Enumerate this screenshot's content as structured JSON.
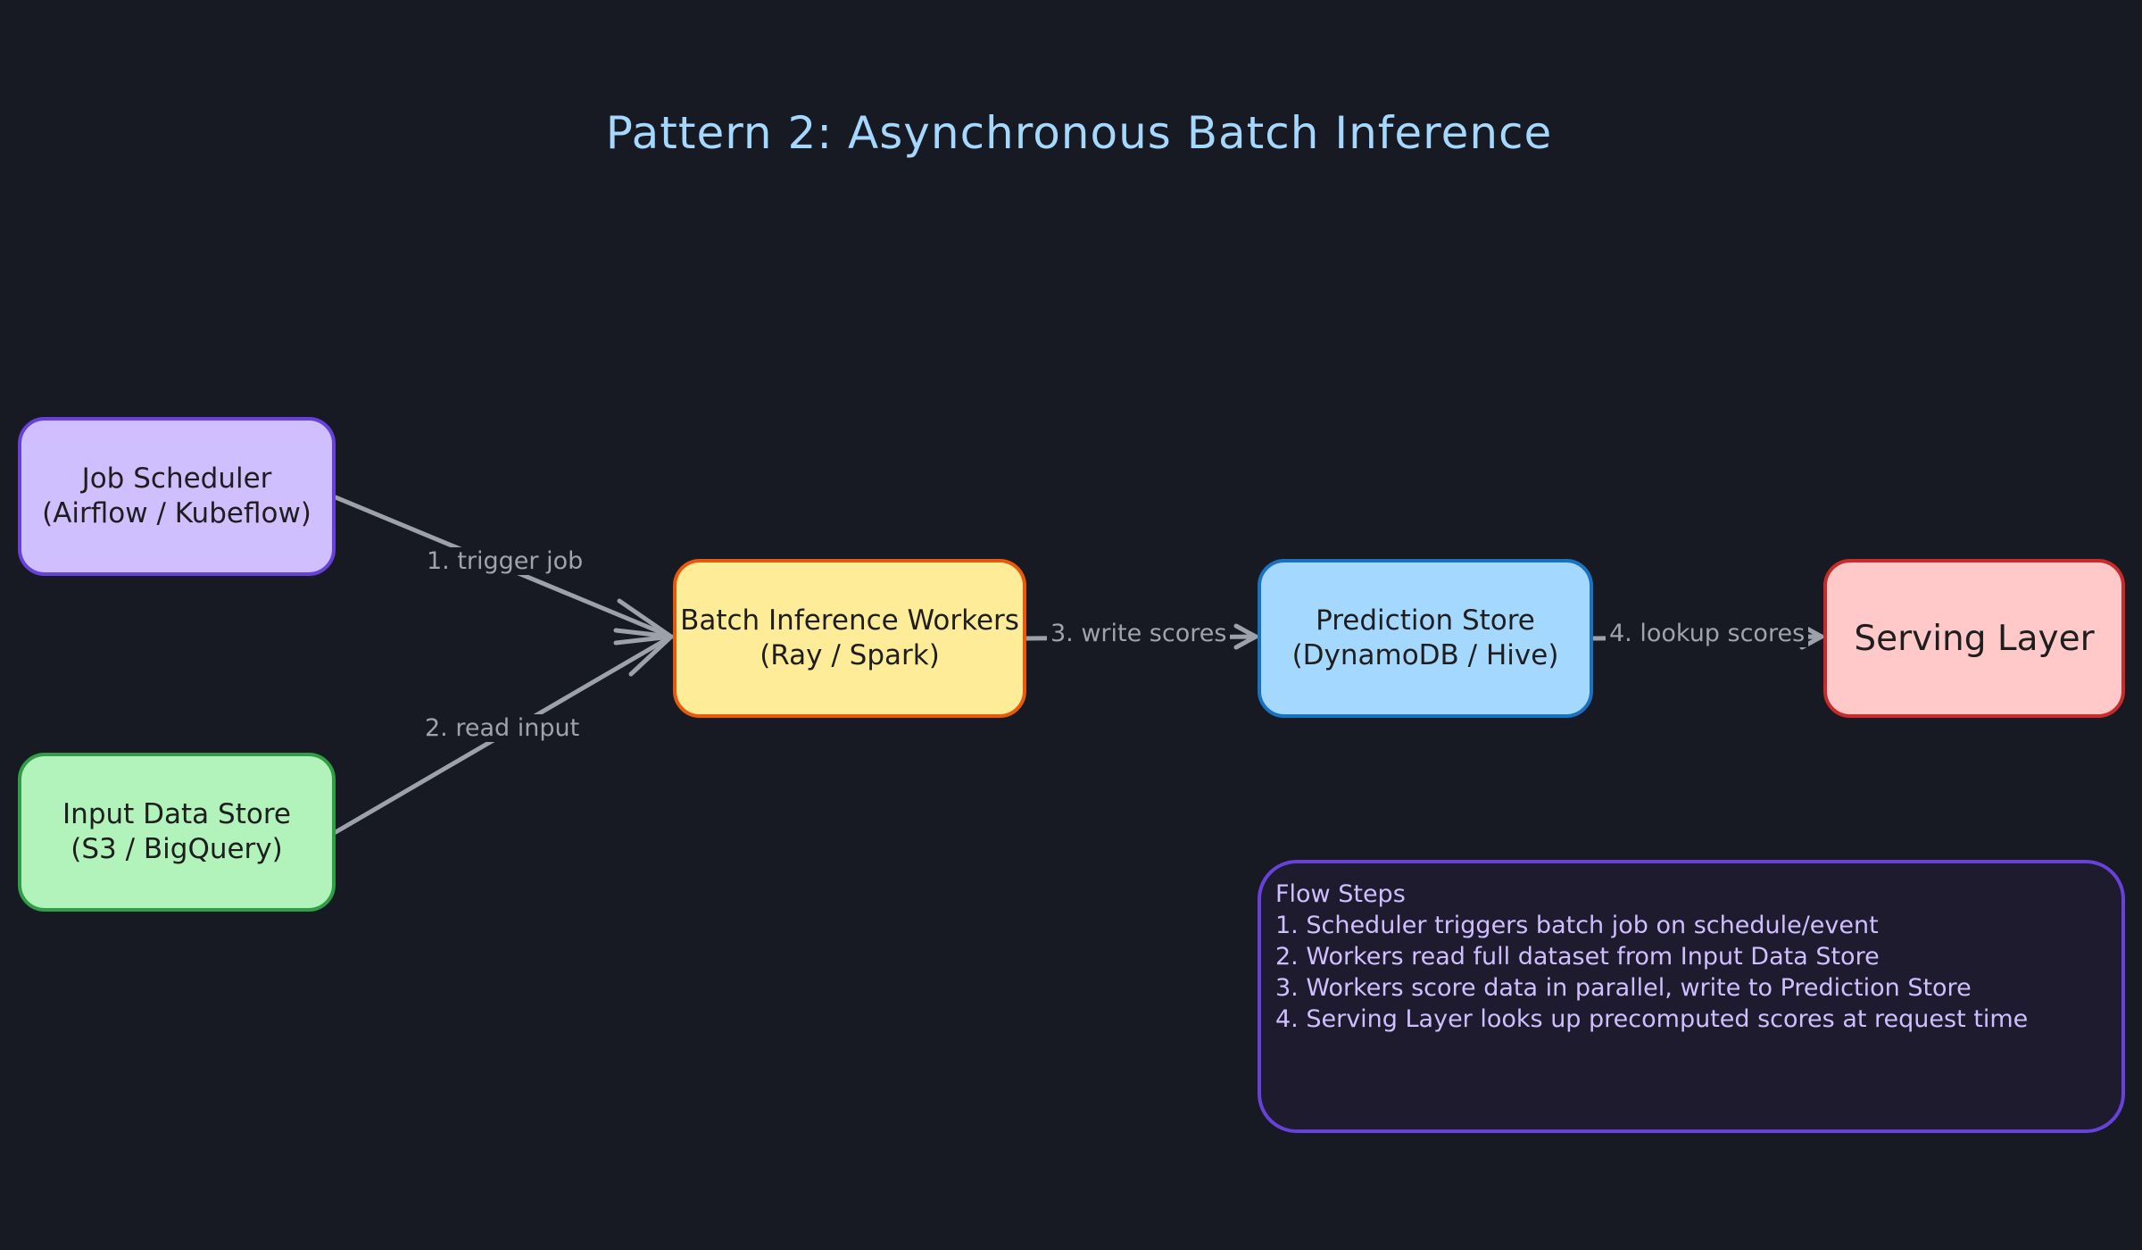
{
  "title": "Pattern 2: Asynchronous Batch Inference",
  "nodes": {
    "scheduler": {
      "line1": "Job Scheduler",
      "line2": "(Airflow / Kubeflow)"
    },
    "input": {
      "line1": "Input Data Store",
      "line2": "(S3 / BigQuery)"
    },
    "workers": {
      "line1": "Batch Inference Workers",
      "line2": "(Ray / Spark)"
    },
    "prediction": {
      "line1": "Prediction Store",
      "line2": "(DynamoDB / Hive)"
    },
    "serving": {
      "line1": "Serving Layer"
    }
  },
  "edges": {
    "e1": "1. trigger job",
    "e2": "2. read input",
    "e3": "3. write scores",
    "e4": "4. lookup scores"
  },
  "notes": {
    "heading": "Flow Steps",
    "steps": [
      "1. Scheduler triggers batch job on schedule/event",
      "2. Workers read full dataset from Input Data Store",
      "3. Workers score data in parallel, write to Prediction Store",
      "4. Serving Layer looks up precomputed scores at request time"
    ]
  },
  "colors": {
    "background": "#171923",
    "title": "#a5d8ff",
    "edge": "#9da1a9",
    "scheduler_fill": "#d0bfff",
    "input_fill": "#b2f2bb",
    "workers_fill": "#ffec99",
    "prediction_fill": "#a5d8ff",
    "serving_fill": "#ffc9c9",
    "notes_border": "#6741d9"
  }
}
